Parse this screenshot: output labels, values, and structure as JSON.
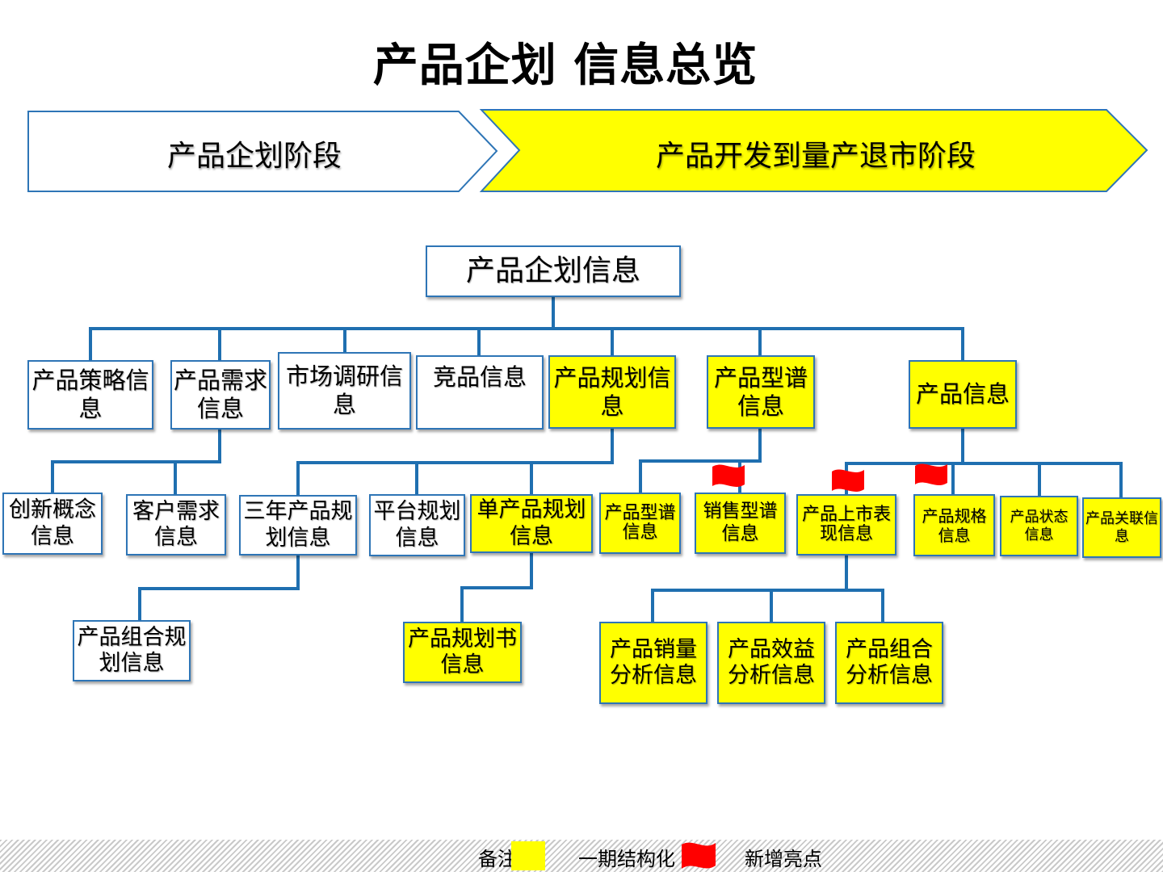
{
  "title": "产品企划 信息总览",
  "phases": {
    "planning": "产品企划阶段",
    "development": "产品开发到量产退市阶段"
  },
  "nodes": {
    "root": "产品企划信息",
    "strategy": "产品策略信息",
    "demand": "产品需求信息",
    "research": "市场调研信息",
    "competitor": "竞品信息",
    "plan": "产品规划信息",
    "spectrum": "产品型谱信息",
    "product": "产品信息",
    "innovation": "创新概念信息",
    "customer": "客户需求信息",
    "three_year": "三年产品规划信息",
    "platform": "平台规划信息",
    "single": "单产品规划信息",
    "spec_info": "产品型谱信息",
    "sales_spec": "销售型谱信息",
    "market_perf": "产品上市表现信息",
    "spec": "产品规格信息",
    "status": "产品状态信息",
    "relation": "产品关联信息",
    "combo_plan": "产品组合规划信息",
    "plan_book": "产品规划书信息",
    "sales_analysis": "产品销量分析信息",
    "benefit_analysis": "产品效益分析信息",
    "combo_analysis": "产品组合分析信息"
  },
  "legend": {
    "note": "备注",
    "structured": "一期结构化",
    "highlight": "新增亮点"
  },
  "colors": {
    "highlight_fill": "#ffff00",
    "border": "#2e75b6",
    "connector": "#1f6fb0",
    "flag": "#ff0000"
  }
}
